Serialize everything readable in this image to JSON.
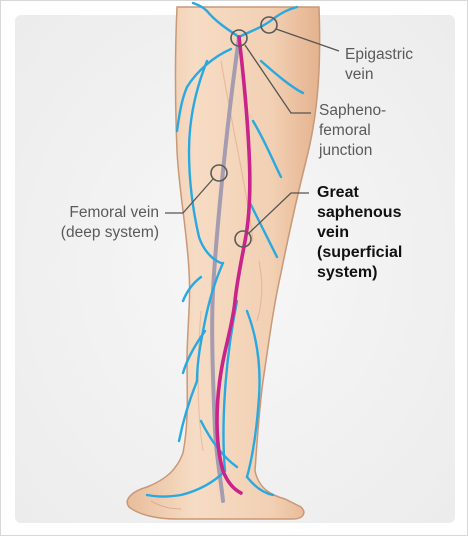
{
  "labels": {
    "epigastric": [
      "Epigastric",
      "vein"
    ],
    "junction": [
      "Sapheno-",
      "femoral",
      "junction"
    ],
    "femoral": [
      "Femoral vein",
      "(deep system)"
    ],
    "great_saphenous": [
      "Great",
      "saphenous",
      "vein",
      "(superficial",
      "system)"
    ]
  },
  "colors": {
    "skin": "#f3d3b7",
    "skin_shade": "#e7b896",
    "outline": "#b98a6c",
    "deep_vein": "#9a8ea6",
    "superficial_vein": "#29a9e0",
    "great_saphenous": "#c8248a",
    "leader_line": "#555555",
    "background_panel": "#f4f4f4"
  }
}
